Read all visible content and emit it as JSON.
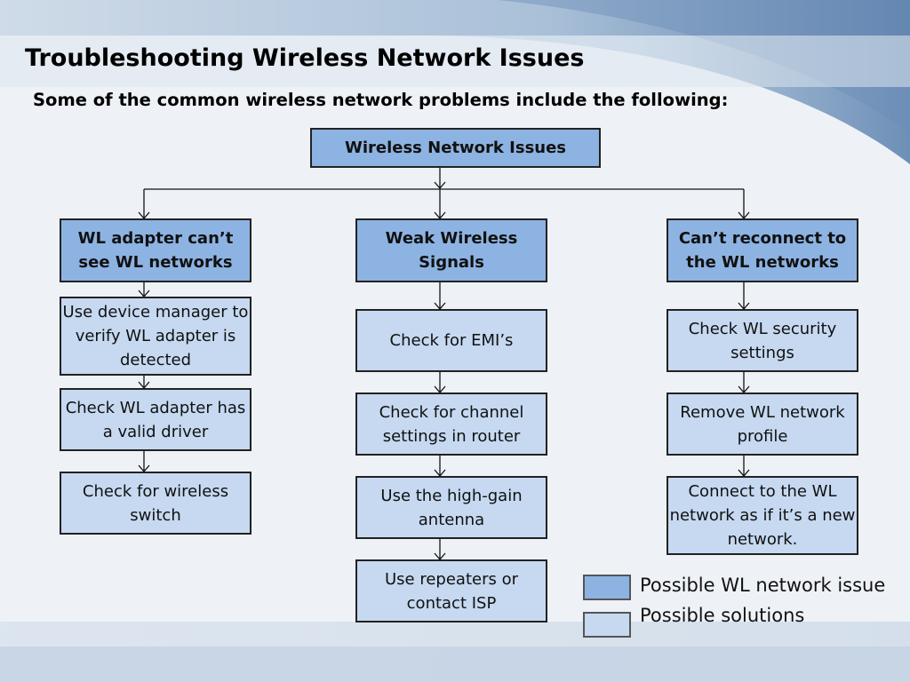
{
  "slide": {
    "title": "Troubleshooting Wireless Network Issues",
    "subtitle": "Some of the common wireless network problems include the following:"
  },
  "diagram": {
    "root": "Wireless Network Issues",
    "columns": [
      {
        "issue": "WL adapter can’t see WL networks",
        "solutions": [
          "Use device manager to verify WL adapter is detected",
          "Check WL adapter has a valid driver",
          "Check for wireless switch"
        ]
      },
      {
        "issue": "Weak Wireless Signals",
        "solutions": [
          "Check for EMI’s",
          "Check for channel settings in router",
          "Use the high-gain antenna",
          "Use repeaters or contact ISP"
        ]
      },
      {
        "issue": "Can’t reconnect to the WL networks",
        "solutions": [
          "Check WL security settings",
          "Remove WL network profile",
          "Connect to the WL network as if it’s a new network."
        ]
      }
    ]
  },
  "legend": {
    "issue_label": "Possible WL network issue",
    "solution_label": "Possible solutions"
  },
  "colors": {
    "issue_fill": "#8db3e2",
    "solution_fill": "#c6d9f1",
    "border": "#222222"
  }
}
